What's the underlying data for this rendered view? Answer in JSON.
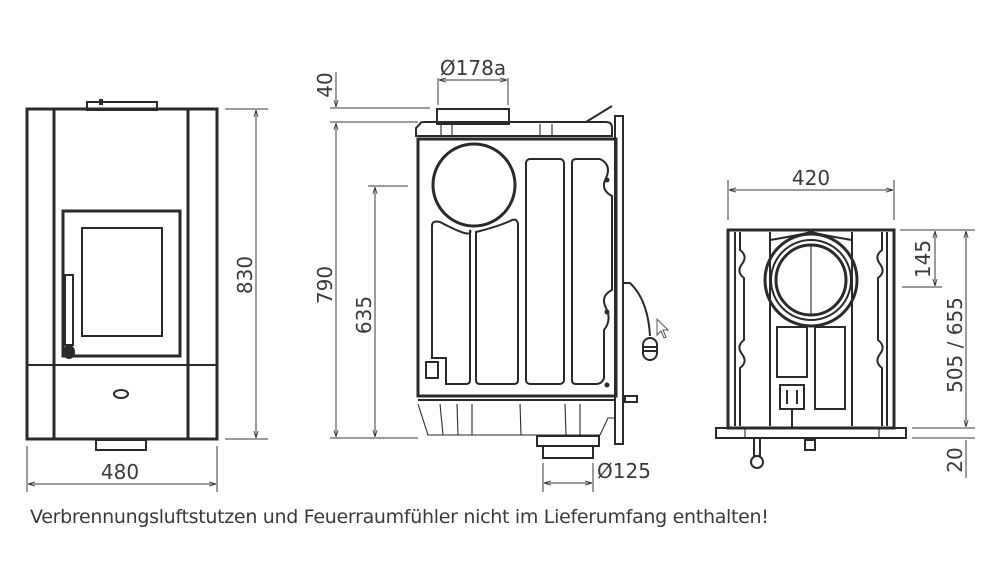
{
  "title": "Technical dimension drawing of a stove insert",
  "views": {
    "front": {
      "width_label": "480",
      "height_label": "830"
    },
    "side": {
      "flue_diameter_label": "Ø178a",
      "top_offset_label": "40",
      "total_height_label": "790",
      "flue_height_label": "635",
      "air_inlet_diameter_label": "Ø125"
    },
    "top": {
      "width_label": "420",
      "flue_offset_label": "145",
      "depth_label": "505 / 655",
      "base_label": "20"
    }
  },
  "caption": "Verbrennungsluftstutzen und Feuerraumfühler nicht im Lieferumfang enthalten!",
  "colors": {
    "line": "#2a2a2a",
    "text": "#3a3a3a",
    "background": "#ffffff"
  }
}
